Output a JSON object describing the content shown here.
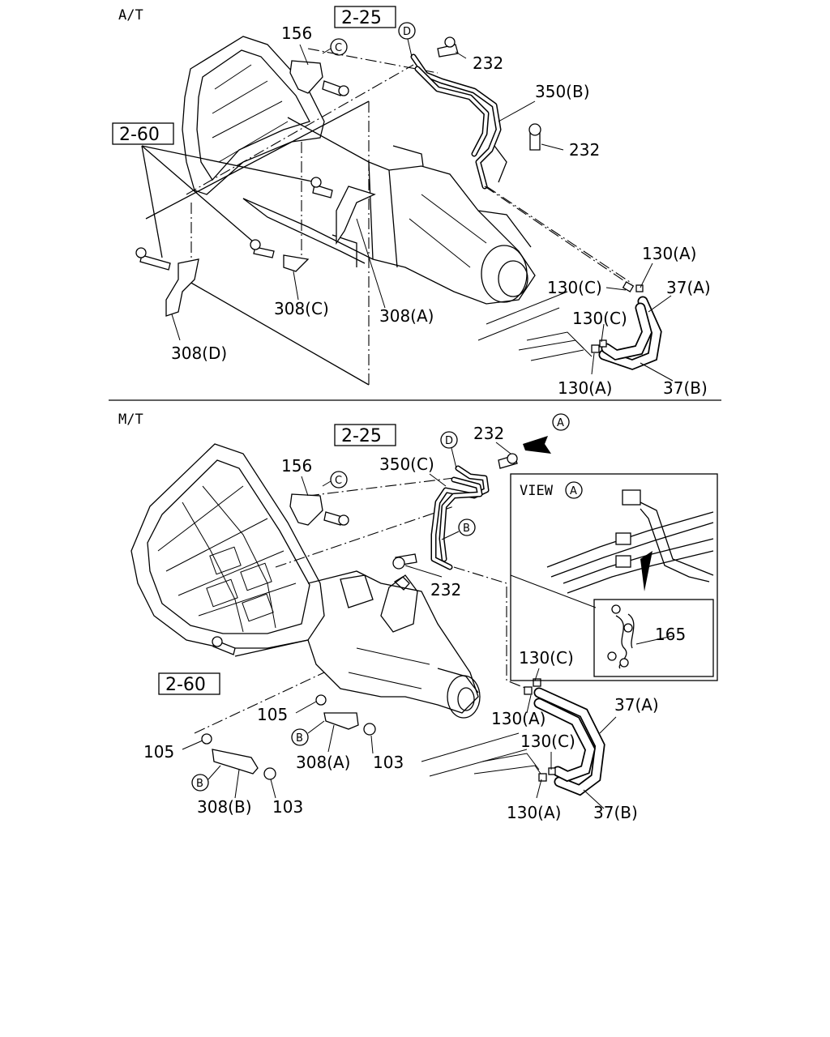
{
  "sections": {
    "at": "A/T",
    "mt": "M/T"
  },
  "view": {
    "title": "VIEW",
    "marker": "A"
  },
  "refs": {
    "at_225": "2-25",
    "at_260": "2-60",
    "mt_225": "2-25",
    "mt_260": "2-60"
  },
  "circles": {
    "at_c": "C",
    "at_d": "D",
    "mt_c": "C",
    "mt_d": "D",
    "mt_b_pipe": "B",
    "mt_b_308a": "B",
    "mt_b_308b": "B",
    "mt_a_arrow": "A"
  },
  "labels": {
    "at_156": "156",
    "at_232_top": "232",
    "at_350b": "350(B)",
    "at_232_mid": "232",
    "at_130a_top": "130(A)",
    "at_130c_top": "130(C)",
    "at_37a": "37(A)",
    "at_130c_low": "130(C)",
    "at_130a_low": "130(A)",
    "at_37b": "37(B)",
    "at_308c": "308(C)",
    "at_308a": "308(A)",
    "at_308d": "308(D)",
    "mt_156": "156",
    "mt_232_top": "232",
    "mt_350c": "350(C)",
    "mt_232_mid": "232",
    "mt_165": "165",
    "mt_130c_top": "130(C)",
    "mt_130a_top": "130(A)",
    "mt_37a": "37(A)",
    "mt_130c_low": "130(C)",
    "mt_130a_low": "130(A)",
    "mt_37b": "37(B)",
    "mt_105_top": "105",
    "mt_105_low": "105",
    "mt_308a": "308(A)",
    "mt_103_top": "103",
    "mt_308b": "308(B)",
    "mt_103_low": "103"
  }
}
